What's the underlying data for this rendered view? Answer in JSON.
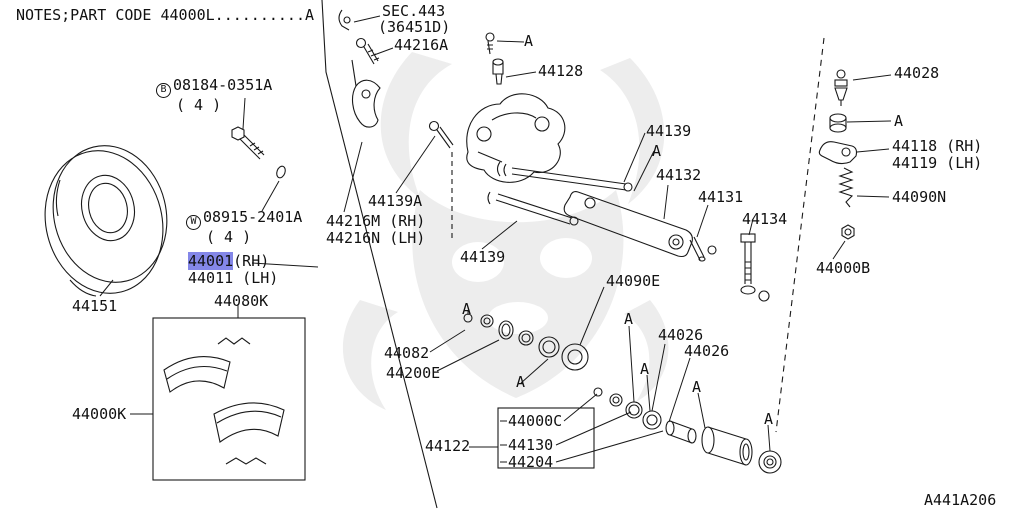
{
  "page": {
    "note": "NOTES;PART CODE 44000L..........A",
    "diagram_code": "A441A206"
  },
  "section_ref": {
    "name": "SEC.443",
    "sub": "(36451D)"
  },
  "callout": {
    "a": "A"
  },
  "fasteners": {
    "b": {
      "letter": "B",
      "code": "08184-0351A",
      "qty": "( 4 )"
    },
    "w": {
      "letter": "W",
      "code": "08915-2401A",
      "qty": "( 4 )"
    }
  },
  "parts": {
    "p44216A": "44216A",
    "p44128": "44128",
    "p44139_upper": "44139",
    "p44132": "44132",
    "p44131": "44131",
    "p44134": "44134",
    "p44028": "44028",
    "p44118": "44118 (RH)",
    "p44119": "44119 (LH)",
    "p44090N": "44090N",
    "p44000B": "44000B",
    "p44139A": "44139A",
    "p44216M": "44216M (RH)",
    "p44216N": "44216N (LH)",
    "p44001": "44001",
    "p44001_side": "(RH)",
    "p44011": "44011 (LH)",
    "p44139_lower": "44139",
    "p44151": "44151",
    "p44080K": "44080K",
    "p44000K": "44000K",
    "p44090E": "44090E",
    "p44082": "44082",
    "p44200E": "44200E",
    "p44026_upper": "44026",
    "p44026_lower": "44026",
    "p44122": "44122",
    "p44000C": "44000C",
    "p44130": "44130",
    "p44204": "44204"
  },
  "colors": {
    "highlight": "#8487e8",
    "ink": "#1a1a1a",
    "background": "#ffffff",
    "watermark": "#ededed"
  }
}
